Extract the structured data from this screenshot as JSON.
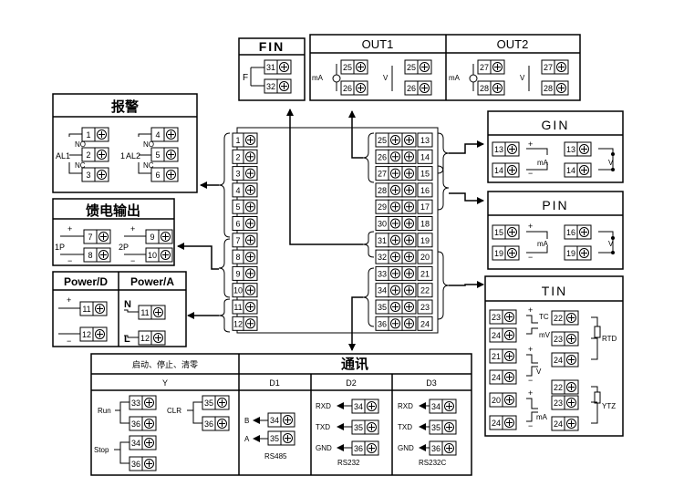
{
  "fin": {
    "title": "FIN",
    "label": "F",
    "terminals": [
      "31",
      "32"
    ]
  },
  "out1": {
    "title": "OUT1",
    "ma_label": "mA",
    "v_label": "V",
    "terminals": [
      "25",
      "26",
      "25",
      "26"
    ]
  },
  "out2": {
    "title": "OUT2",
    "ma_label": "mA",
    "v_label": "V",
    "terminals": [
      "27",
      "28",
      "27",
      "28"
    ]
  },
  "alarm": {
    "title": "报警",
    "al1": "AL1",
    "al2": "AL2",
    "no": "NO",
    "nc": "NC",
    "al2_prefix": "1",
    "terminals": [
      "1",
      "2",
      "3",
      "4",
      "5",
      "6"
    ]
  },
  "feed": {
    "title": "馈电输出",
    "p1": "1P",
    "p2": "2P",
    "terminals": [
      "7",
      "8",
      "9",
      "10"
    ]
  },
  "power": {
    "title_d": "Power/D",
    "title_a": "Power/A",
    "n_label": "N",
    "l_label": "L",
    "terminals": [
      "11",
      "12",
      "11",
      "12"
    ]
  },
  "gin": {
    "title": "GIN",
    "ma_label": "mA",
    "v_label": "V",
    "terminals": [
      "13",
      "14",
      "13",
      "14"
    ]
  },
  "pin": {
    "title": "PIN",
    "ma_label": "mA",
    "v_label": "V",
    "terminals": [
      "15",
      "19",
      "16",
      "19"
    ]
  },
  "tin": {
    "title": "TIN",
    "tc_label": "TC",
    "mv_label": "mV",
    "rtd_label": "RTD",
    "v_label": "V",
    "ma_label": "mA",
    "ytz_label": "YTZ",
    "terminals": [
      "23",
      "24",
      "22",
      "23",
      "24",
      "21",
      "24",
      "20",
      "24",
      "22",
      "23",
      "24"
    ]
  },
  "center": {
    "left_terminals": [
      "1",
      "2",
      "3",
      "4",
      "5",
      "6",
      "7",
      "8",
      "9",
      "10",
      "11",
      "12"
    ],
    "middle_terminals": [
      "25",
      "26",
      "27",
      "28",
      "29",
      "30",
      "31",
      "32",
      "33",
      "34",
      "35",
      "36"
    ],
    "right_terminals": [
      "13",
      "14",
      "15",
      "16",
      "17",
      "18",
      "19",
      "20",
      "21",
      "22",
      "23",
      "24"
    ]
  },
  "comm": {
    "title": "通讯",
    "y_header": "启动、停止、清零",
    "y_label": "Y",
    "d1": "D1",
    "d2": "D2",
    "d3": "D3",
    "run": "Run",
    "stop": "Stop",
    "clr": "CLR",
    "y_terminals": [
      "33",
      "36",
      "34",
      "36",
      "35",
      "36"
    ],
    "d1_labels": [
      "B",
      "A"
    ],
    "d1_terminals": [
      "34",
      "35"
    ],
    "d1_name": "RS485",
    "d2_labels": [
      "RXD",
      "TXD",
      "GND"
    ],
    "d2_terminals": [
      "34",
      "35",
      "36"
    ],
    "d2_name": "RS232",
    "d3_labels": [
      "RXD",
      "TXD",
      "GND"
    ],
    "d3_terminals": [
      "34",
      "35",
      "36"
    ],
    "d3_name": "RS232C"
  }
}
